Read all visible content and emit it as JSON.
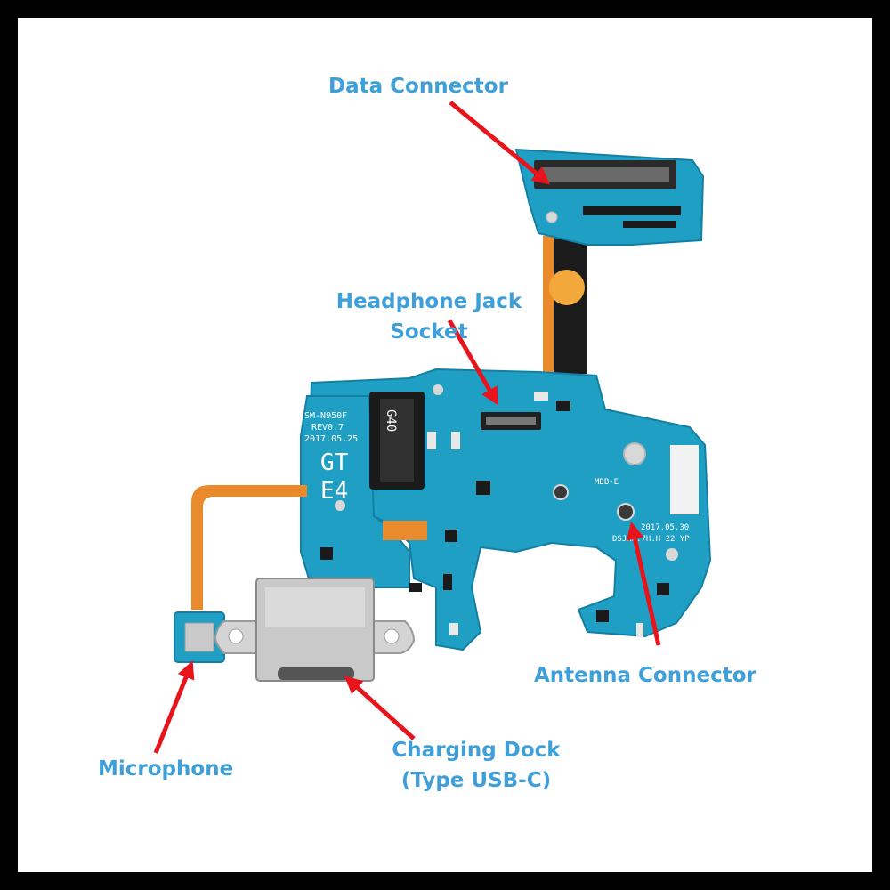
{
  "labels": {
    "data_connector": "Data Connector",
    "headphone_jack_line1": "Headphone Jack",
    "headphone_jack_line2": "Socket",
    "antenna_connector": "Antenna Connector",
    "microphone": "Microphone",
    "charging_dock_line1": "Charging Dock",
    "charging_dock_line2": "(Type USB-C)"
  },
  "board_markings": {
    "model": "SM-N950F",
    "revision": "REV0.7",
    "date_left": "2017.05.25",
    "gt": "GT",
    "e4": "E4",
    "g40": "G40",
    "mdb": "MDB-E",
    "date_right": "2017.05.30",
    "code_right": "DSJHF.7H.H 22 YP"
  },
  "colors": {
    "label_text": "#3f9fd8",
    "arrow": "#e8141c",
    "pcb": "#1f9fc4",
    "pcb_dark": "#147fa3",
    "flex": "#e98a2c",
    "metal": "#c9c9c9",
    "frame": "#000000"
  }
}
